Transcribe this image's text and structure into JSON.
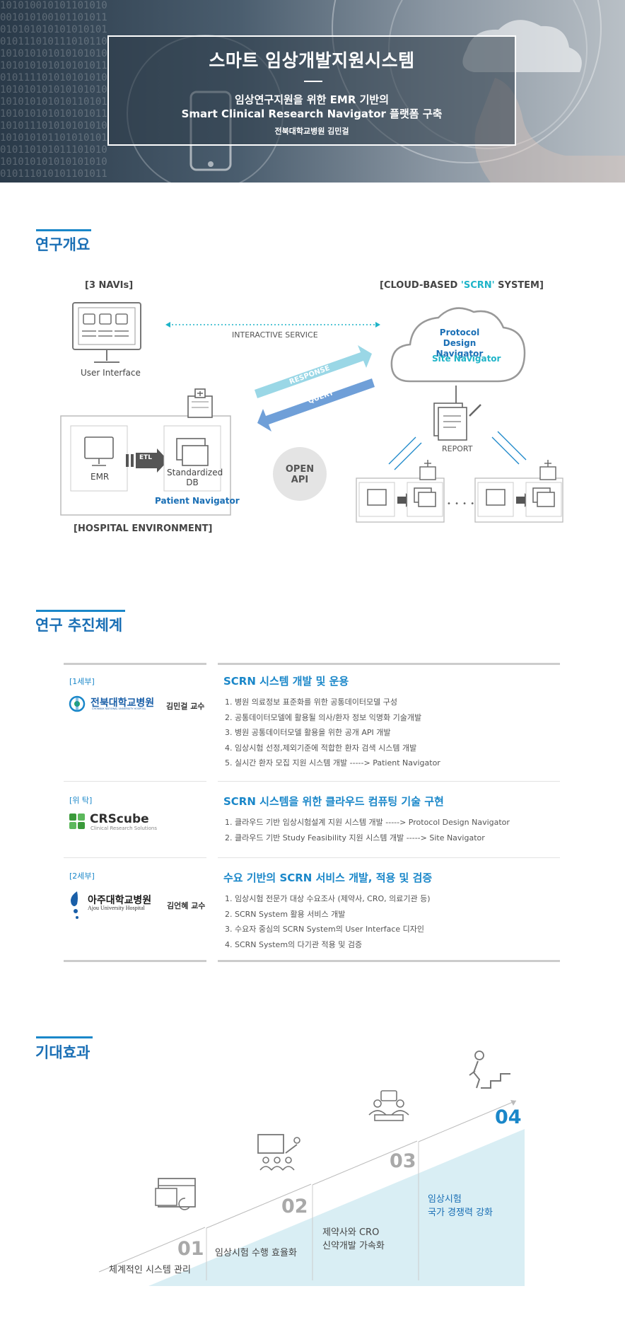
{
  "hero": {
    "binary_text": "101010010101101010\n001010100101101011\n010101010101010101\n010111010111010110\n101010101010101010\n101010101010101011\n010111101010101010\n101010101010101010\n101010101010110101\n101010101010101011\n101011101010101010\n101010101101010101\n010110101011101010\n101010101010101010\n010111010101101011",
    "title": "스마트 임상개발지원시스템",
    "subtitle_line1": "임상연구지원을 위한 EMR 기반의",
    "subtitle_line2": "Smart Clinical Research Navigator 플랫폼 구축",
    "author": "전북대학교병원 김민걸"
  },
  "overview": {
    "section_title": "연구개요",
    "navis_label": "[3 NAVIs]",
    "cloud_system_prefix": "[CLOUD-BASED ",
    "cloud_system_highlight": "'SCRN'",
    "cloud_system_suffix": " SYSTEM]",
    "user_interface": "User Interface",
    "interactive_service": "INTERACTIVE SERVICE",
    "cloud_line1": "Protocol Design",
    "cloud_line2": "Navigator",
    "cloud_line3": "Site Navigator",
    "response": "RESPONSE",
    "query": "QUERY",
    "report": "REPORT",
    "emr": "EMR",
    "etl": "ETL",
    "std_db_line1": "Standardized",
    "std_db_line2": "DB",
    "patient_navigator": "Patient Navigator",
    "open_api_line1": "OPEN",
    "open_api_line2": "API",
    "hospital_env": "[HOSPITAL ENVIRONMENT]",
    "dots": "• • • •"
  },
  "organization": {
    "section_title": "연구 추진체계",
    "rows": [
      {
        "tag": "[1세부]",
        "org_name": "전북대학교병원",
        "org_name_en": "CHONBUK NATIONAL UNIVERSITY HOSPITAL",
        "person": "김민걸 교수",
        "heading": "SCRN 시스템 개발 및 운용",
        "items": [
          "1. 병원 의료정보 표준화를 위한 공통데이터모델 구성",
          "2. 공통데이터모델에 활용될 의사/환자 정보 익명화 기술개발",
          "3. 병원 공통데이터모델 활용을 위한 공개 API 개발",
          "4. 임상시험 선정,제외기준에 적합한 환자 검색 시스템 개발",
          "5. 실시간 환자 모집 지원 시스템 개발 -----> Patient Navigator"
        ]
      },
      {
        "tag": "[위 탁]",
        "org_name": "CRScube",
        "org_name_en": "Clinical Research Solutions",
        "person": "",
        "heading": "SCRN 시스템을 위한 클라우드 컴퓨팅 기술 구현",
        "items": [
          "1. 클라우드 기반 임상시험설계 지원 시스템 개발 -----> Protocol Design Navigator",
          "2. 클라우드 기반 Study Feasibility 지원 시스템 개발 -----> Site Navigator"
        ]
      },
      {
        "tag": "[2세부]",
        "org_name": "아주대학교병원",
        "org_name_en": "Ajou University Hospital",
        "person": "김언혜 교수",
        "heading": "수요 기반의 SCRN 서비스 개발, 적용 및 검증",
        "items": [
          "1. 임상시험 전문가 대상 수요조사 (제약사, CRO, 의료기관 등)",
          "2. SCRN System 활용 서비스 개발",
          "3. 수요자 중심의 SCRN System의 User Interface 디자인",
          "4. SCRN System의 다기관 적용 및 검증"
        ]
      }
    ]
  },
  "effects": {
    "section_title": "기대효과",
    "steps": [
      {
        "num": "01",
        "line1": "체계적인 시스템 관리",
        "line2": ""
      },
      {
        "num": "02",
        "line1": "임상시험 수행 효율화",
        "line2": ""
      },
      {
        "num": "03",
        "line1": "제약사와 CRO",
        "line2": "신약개발 가속화"
      },
      {
        "num": "04",
        "line1": "임상시험",
        "line2": "국가 경쟁력 강화"
      }
    ]
  },
  "colors": {
    "accent_blue": "#1a87c9",
    "title_blue": "#1a6fb5",
    "teal": "#1fb4c8",
    "response_arrow": "#9ad7e6",
    "query_arrow": "#6f9fd8",
    "step_blue": "#1a87c9",
    "effect_fill": "#d9eef4"
  }
}
